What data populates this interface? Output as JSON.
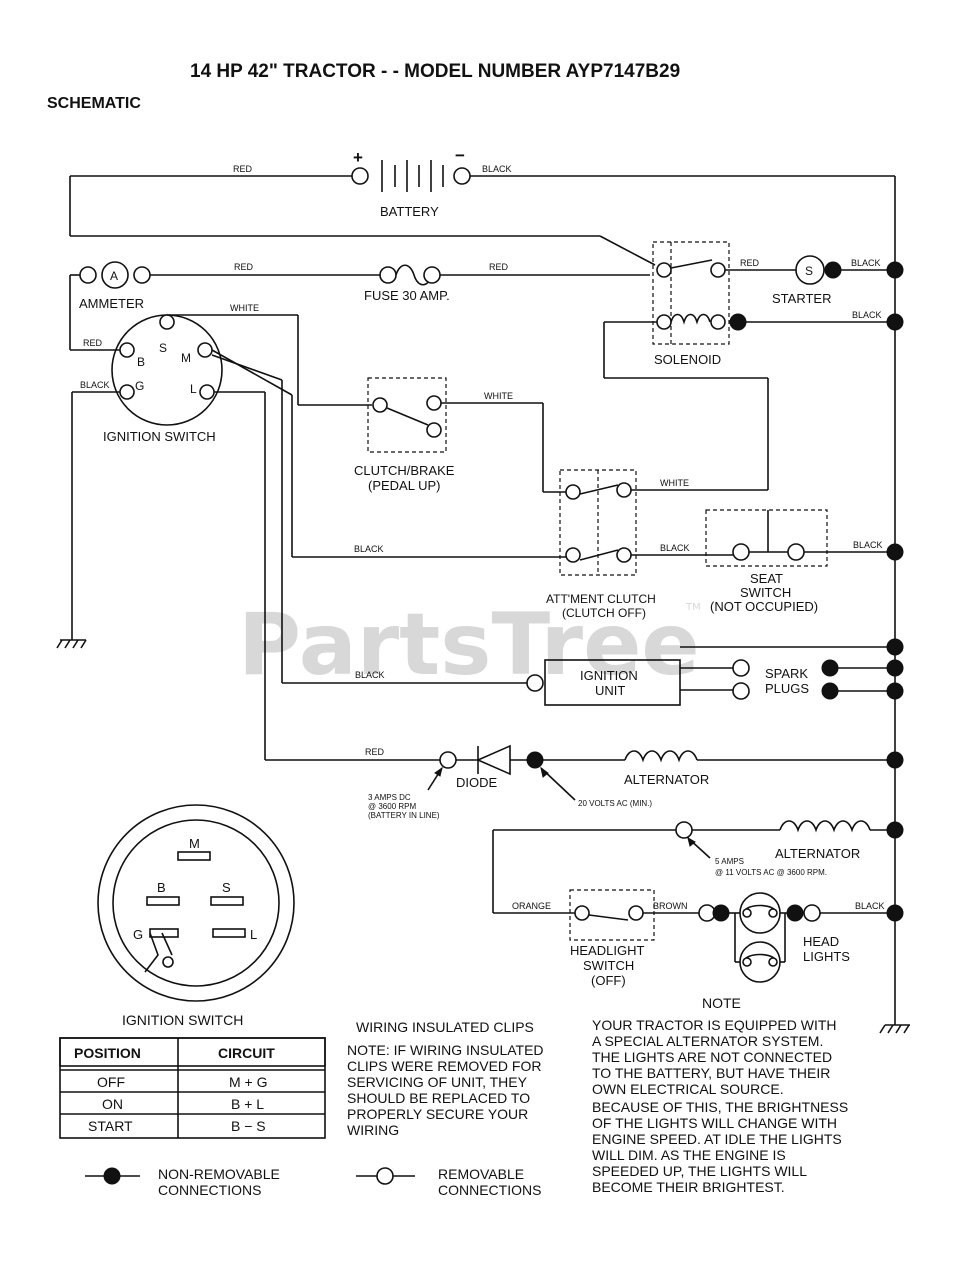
{
  "title": "14 HP 42\" TRACTOR - - MODEL NUMBER AYP7147B29",
  "subtitle": "SCHEMATIC",
  "watermark": "PartsTree",
  "watermark_tm": "TM",
  "components": {
    "battery": "BATTERY",
    "battery_plus": "+",
    "battery_minus": "−",
    "ammeter": "AMMETER",
    "ammeter_symbol": "A",
    "fuse": "FUSE 30 AMP.",
    "starter": "STARTER",
    "starter_symbol": "S",
    "solenoid": "SOLENOID",
    "ignition_switch": "IGNITION SWITCH",
    "clutch_brake_1": "CLUTCH/BRAKE",
    "clutch_brake_2": "(PEDAL UP)",
    "attment_clutch_1": "ATT'MENT CLUTCH",
    "attment_clutch_2": "(CLUTCH OFF)",
    "seat_switch_1": "SEAT",
    "seat_switch_2": "SWITCH",
    "seat_switch_3": "(NOT OCCUPIED)",
    "ignition_unit_1": "IGNITION",
    "ignition_unit_2": "UNIT",
    "spark_plugs_1": "SPARK",
    "spark_plugs_2": "PLUGS",
    "diode": "DIODE",
    "alternator_1": "ALTERNATOR",
    "alternator_2": "ALTERNATOR",
    "headlight_switch_1": "HEADLIGHT",
    "headlight_switch_2": "SWITCH",
    "headlight_switch_3": "(OFF)",
    "head_lights_1": "HEAD",
    "head_lights_2": "LIGHTS"
  },
  "terminals": {
    "b": "B",
    "s": "S",
    "m": "M",
    "g": "G",
    "l": "L"
  },
  "wires": {
    "red": "RED",
    "black": "BLACK",
    "white": "WHITE",
    "orange": "ORANGE",
    "brown": "BROWN"
  },
  "notes": {
    "diode_1": "3 AMPS DC",
    "diode_2": "@ 3600 RPM",
    "diode_3": "(BATTERY IN LINE)",
    "alt_20v": "20 VOLTS AC (MIN.)",
    "alt_5a_1": "5 AMPS",
    "alt_5a_2": "@ 11 VOLTS AC @ 3600 RPM."
  },
  "ignition_switch_table": {
    "caption": "IGNITION SWITCH",
    "headers": [
      "POSITION",
      "CIRCUIT"
    ],
    "rows": [
      [
        "OFF",
        "M + G"
      ],
      [
        "ON",
        "B + L"
      ],
      [
        "START",
        "B − S"
      ]
    ]
  },
  "clips_note": {
    "heading": "WIRING INSULATED CLIPS",
    "lines": [
      "NOTE: IF WIRING INSULATED",
      "CLIPS WERE REMOVED FOR",
      "SERVICING OF UNIT, THEY",
      "SHOULD BE REPLACED TO",
      "PROPERLY SECURE YOUR",
      "WIRING"
    ]
  },
  "alternator_note": {
    "heading": "NOTE",
    "lines": [
      "YOUR TRACTOR IS EQUIPPED WITH",
      "A SPECIAL ALTERNATOR SYSTEM.",
      "THE LIGHTS ARE NOT CONNECTED",
      "TO  THE BATTERY, BUT HAVE THEIR",
      "OWN ELECTRICAL SOURCE.",
      "BECAUSE OF THIS, THE BRIGHTNESS",
      "OF THE LIGHTS WILL CHANGE WITH",
      "ENGINE SPEED.  AT IDLE THE LIGHTS",
      "WILL DIM.  AS THE ENGINE IS",
      "SPEEDED UP, THE LIGHTS WILL",
      "BECOME THEIR BRIGHTEST."
    ]
  },
  "legend": {
    "non_removable_1": "NON-REMOVABLE",
    "non_removable_2": "CONNECTIONS",
    "removable_1": "REMOVABLE",
    "removable_2": "CONNECTIONS"
  }
}
